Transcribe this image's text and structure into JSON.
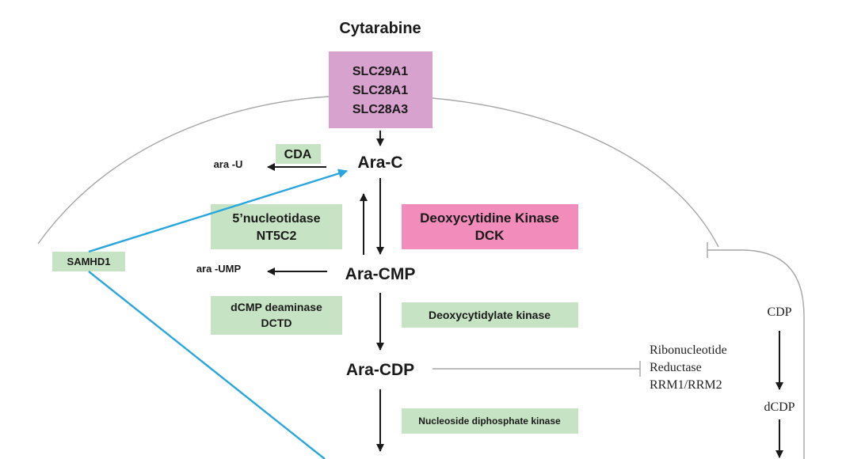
{
  "title": "Cytarabine",
  "transporters": [
    "SLC29A1",
    "SLC28A1",
    "SLC28A3"
  ],
  "metabolites": {
    "ara_c": "Ara-C",
    "ara_cmp": "Ara-CMP",
    "ara_cdp": "Ara-CDP",
    "ara_u": "ara -U",
    "ara_ump": "ara -UMP"
  },
  "enzymes": {
    "cda": "CDA",
    "nt5c2_line1": "5’nucleotidase",
    "nt5c2_line2": "NT5C2",
    "dck_line1": "Deoxycytidine Kinase",
    "dck_line2": "DCK",
    "dctd_line1": "dCMP deaminase",
    "dctd_line2": "DCTD",
    "cmpk": "Deoxycytidylate kinase",
    "ndpk": "Nucleoside diphosphate kinase",
    "samhd1": "SAMHD1"
  },
  "rnr": {
    "line1": "Ribonucleotide",
    "line2": "Reductase",
    "line3": "RRM1/RRM2"
  },
  "side_pathway": {
    "cdp": "CDP",
    "dcdp": "dCDP"
  },
  "colors": {
    "transporter_box": "#d8a2cf",
    "dck_box": "#f28cbb",
    "enzyme_box": "#c6e3c3",
    "activation_line": "#2aa6de",
    "membrane_line": "#a6a6a6",
    "arrow": "#1a1a1a"
  }
}
